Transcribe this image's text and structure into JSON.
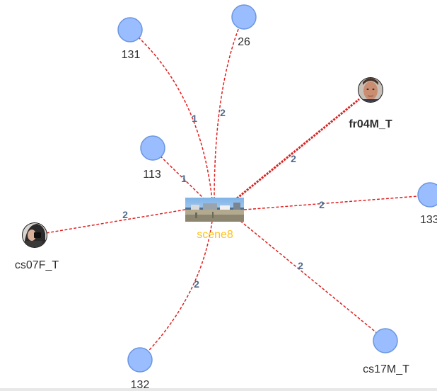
{
  "graph": {
    "colors": {
      "edge": "#e02020",
      "node_fill": "#99bdff",
      "node_stroke": "#6a96e0",
      "edge_label": "#4e6b8c",
      "center_label": "#ffc21a",
      "label": "#2e2e2e"
    },
    "center": {
      "label": "scene8",
      "icon": "scene-thumbnail-image"
    },
    "nodes": {
      "n131": {
        "label": "131",
        "icon": "circle-node"
      },
      "n26": {
        "label": "26",
        "icon": "circle-node"
      },
      "fr04M": {
        "label": "fr04M_T",
        "icon": "face-avatar"
      },
      "n113": {
        "label": "113",
        "icon": "circle-node"
      },
      "n133": {
        "label": "133",
        "icon": "circle-node"
      },
      "cs07F": {
        "label": "cs07F_T",
        "icon": "face-avatar"
      },
      "n132": {
        "label": "132",
        "icon": "circle-node"
      },
      "cs17M": {
        "label": "cs17M_T",
        "icon": "circle-node"
      }
    },
    "edges": {
      "e131": {
        "weight": "1"
      },
      "e26": {
        "weight": "2"
      },
      "efr04M": {
        "weight": "2"
      },
      "e113": {
        "weight": "1"
      },
      "e133": {
        "weight": "2"
      },
      "ecs07F": {
        "weight": "2"
      },
      "e132": {
        "weight": "2"
      },
      "ecs17M": {
        "weight": "2"
      }
    }
  }
}
